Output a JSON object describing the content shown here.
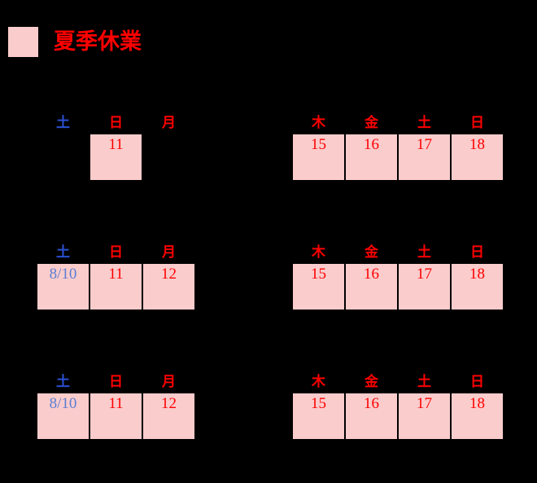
{
  "legend": {
    "label": "夏季休業",
    "swatch_color": "#fbcccc",
    "text_color": "#ff0000"
  },
  "colors": {
    "background": "#000000",
    "holiday_fill": "#fbcccc",
    "red": "#ff0000",
    "saturday_blue": "#2a4fd0",
    "cell_blue": "#5b7fd4"
  },
  "blocks": [
    {
      "id": "row1",
      "left": {
        "headers": [
          {
            "label": "土",
            "tone": "sat"
          },
          {
            "label": "日",
            "tone": "sun"
          },
          {
            "label": "月",
            "tone": "red"
          }
        ],
        "cells": [
          {
            "label": "",
            "state": "empty"
          },
          {
            "label": "11",
            "state": "holiday",
            "tone": "red"
          },
          {
            "label": "",
            "state": "empty"
          }
        ]
      },
      "right": {
        "headers": [
          {
            "label": "木",
            "tone": "red"
          },
          {
            "label": "金",
            "tone": "red"
          },
          {
            "label": "土",
            "tone": "red"
          },
          {
            "label": "日",
            "tone": "red"
          }
        ],
        "cells": [
          {
            "label": "15",
            "state": "holiday",
            "tone": "red"
          },
          {
            "label": "16",
            "state": "holiday",
            "tone": "red"
          },
          {
            "label": "17",
            "state": "holiday",
            "tone": "red"
          },
          {
            "label": "18",
            "state": "holiday",
            "tone": "red"
          }
        ]
      }
    },
    {
      "id": "row2",
      "left": {
        "headers": [
          {
            "label": "土",
            "tone": "sat"
          },
          {
            "label": "日",
            "tone": "sun"
          },
          {
            "label": "月",
            "tone": "red"
          }
        ],
        "cells": [
          {
            "label": "8/10",
            "state": "holiday",
            "tone": "blue"
          },
          {
            "label": "11",
            "state": "holiday",
            "tone": "red"
          },
          {
            "label": "12",
            "state": "holiday",
            "tone": "red"
          }
        ]
      },
      "right": {
        "headers": [
          {
            "label": "木",
            "tone": "red"
          },
          {
            "label": "金",
            "tone": "red"
          },
          {
            "label": "土",
            "tone": "red"
          },
          {
            "label": "日",
            "tone": "red"
          }
        ],
        "cells": [
          {
            "label": "15",
            "state": "holiday",
            "tone": "red"
          },
          {
            "label": "16",
            "state": "holiday",
            "tone": "red"
          },
          {
            "label": "17",
            "state": "holiday",
            "tone": "red"
          },
          {
            "label": "18",
            "state": "holiday",
            "tone": "red"
          }
        ]
      }
    },
    {
      "id": "row3",
      "left": {
        "headers": [
          {
            "label": "土",
            "tone": "sat"
          },
          {
            "label": "日",
            "tone": "sun"
          },
          {
            "label": "月",
            "tone": "red"
          }
        ],
        "cells": [
          {
            "label": "8/10",
            "state": "holiday",
            "tone": "blue"
          },
          {
            "label": "11",
            "state": "holiday",
            "tone": "red"
          },
          {
            "label": "12",
            "state": "holiday",
            "tone": "red"
          }
        ]
      },
      "right": {
        "headers": [
          {
            "label": "木",
            "tone": "red"
          },
          {
            "label": "金",
            "tone": "red"
          },
          {
            "label": "土",
            "tone": "red"
          },
          {
            "label": "日",
            "tone": "red"
          }
        ],
        "cells": [
          {
            "label": "15",
            "state": "holiday",
            "tone": "red"
          },
          {
            "label": "16",
            "state": "holiday",
            "tone": "red"
          },
          {
            "label": "17",
            "state": "holiday",
            "tone": "red"
          },
          {
            "label": "18",
            "state": "holiday",
            "tone": "red"
          }
        ]
      }
    }
  ]
}
